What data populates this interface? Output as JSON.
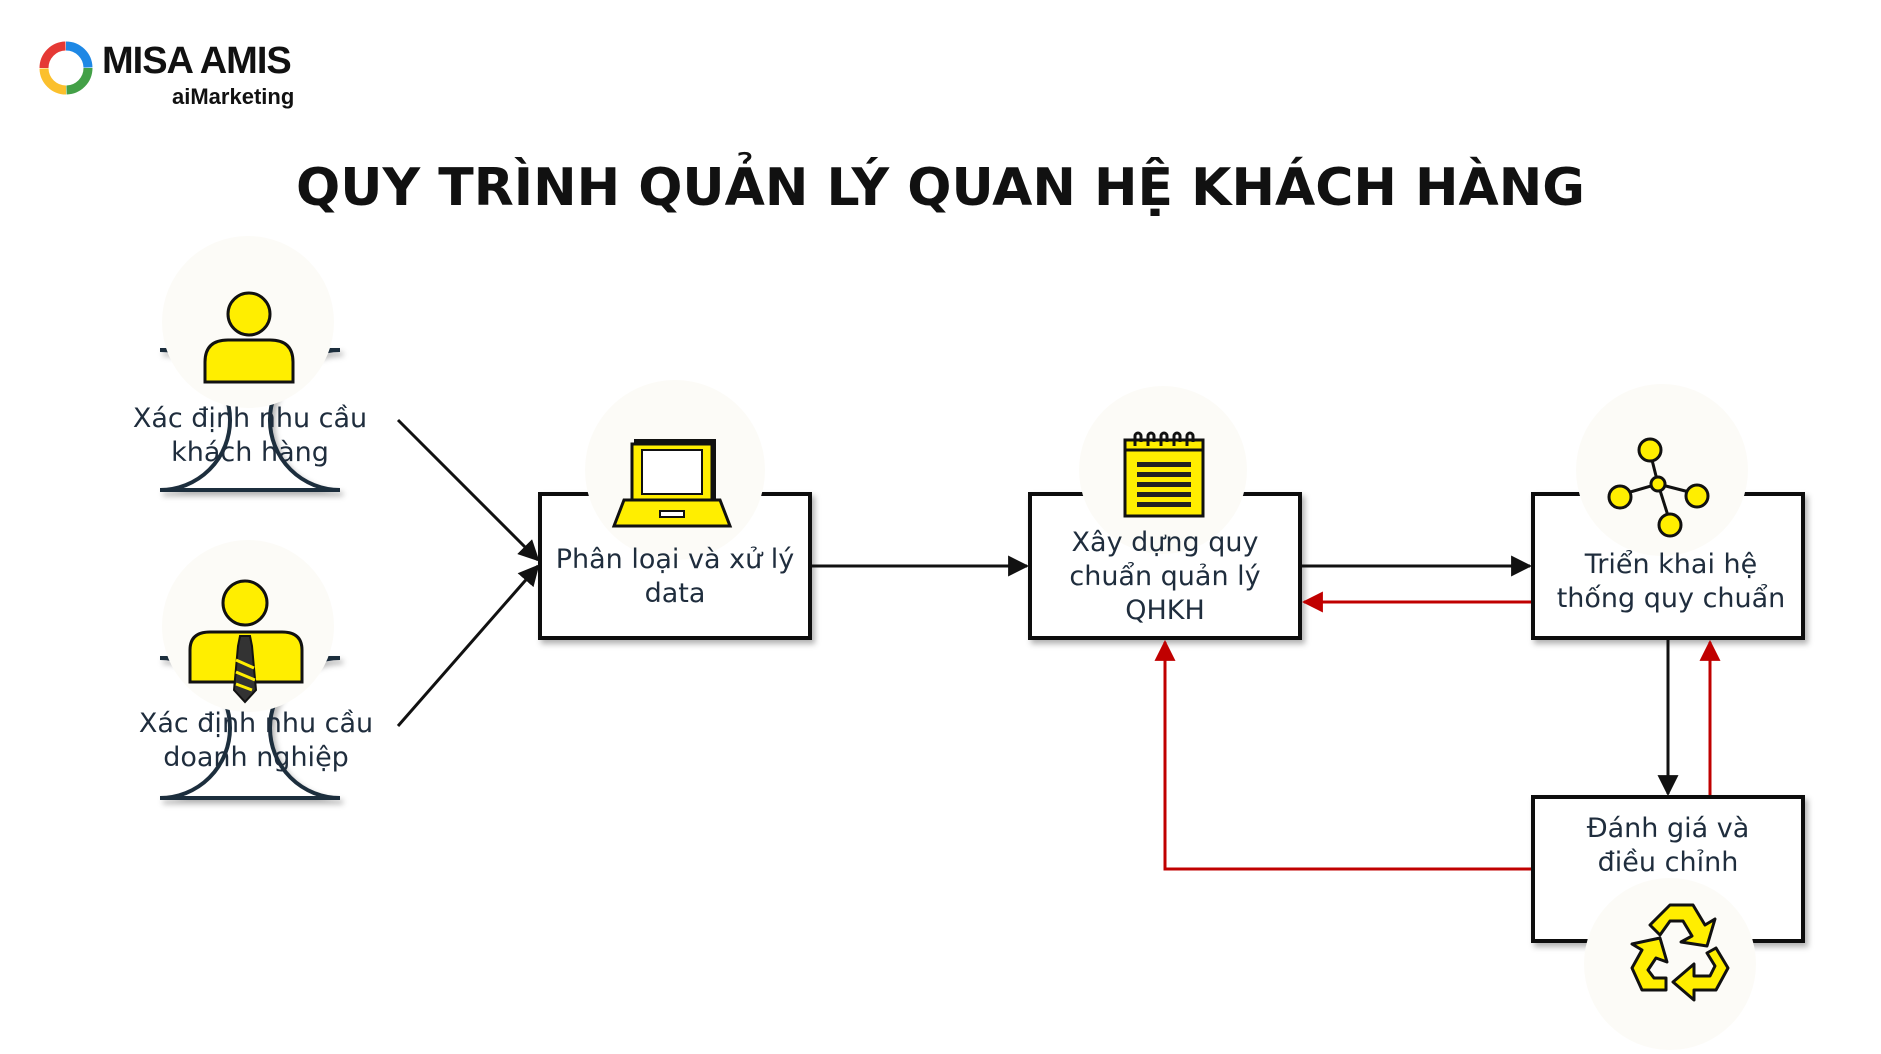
{
  "brand": {
    "name": "MISA AMIS",
    "product": "aiMarketing"
  },
  "title": "QUY TRÌNH QUẢN LÝ QUAN HỆ KHÁCH HÀNG",
  "nodes": {
    "customer_needs": {
      "label": "Xác định nhu cầu\nkhách hàng",
      "icon": "person-icon"
    },
    "business_needs": {
      "label": "Xác định nhu cầu\ndoanh nghiệp",
      "icon": "businessman-icon"
    },
    "classify_data": {
      "label": "Phân loại và xử lý\ndata",
      "icon": "laptop-icon"
    },
    "build_standard": {
      "label": "Xây dựng quy\nchuẩn quản lý\nQHKH",
      "icon": "notepad-icon"
    },
    "deploy_system": {
      "label": "Triển khai hệ\nthống quy chuẩn",
      "icon": "network-icon"
    },
    "evaluate_adjust": {
      "label": "Đánh giá và\nđiều chỉnh",
      "icon": "recycle-icon"
    }
  },
  "colors": {
    "accent_yellow": "#ffee00",
    "outline": "#1f2d3d",
    "forward_arrow": "#111111",
    "feedback_arrow": "#c00000"
  }
}
